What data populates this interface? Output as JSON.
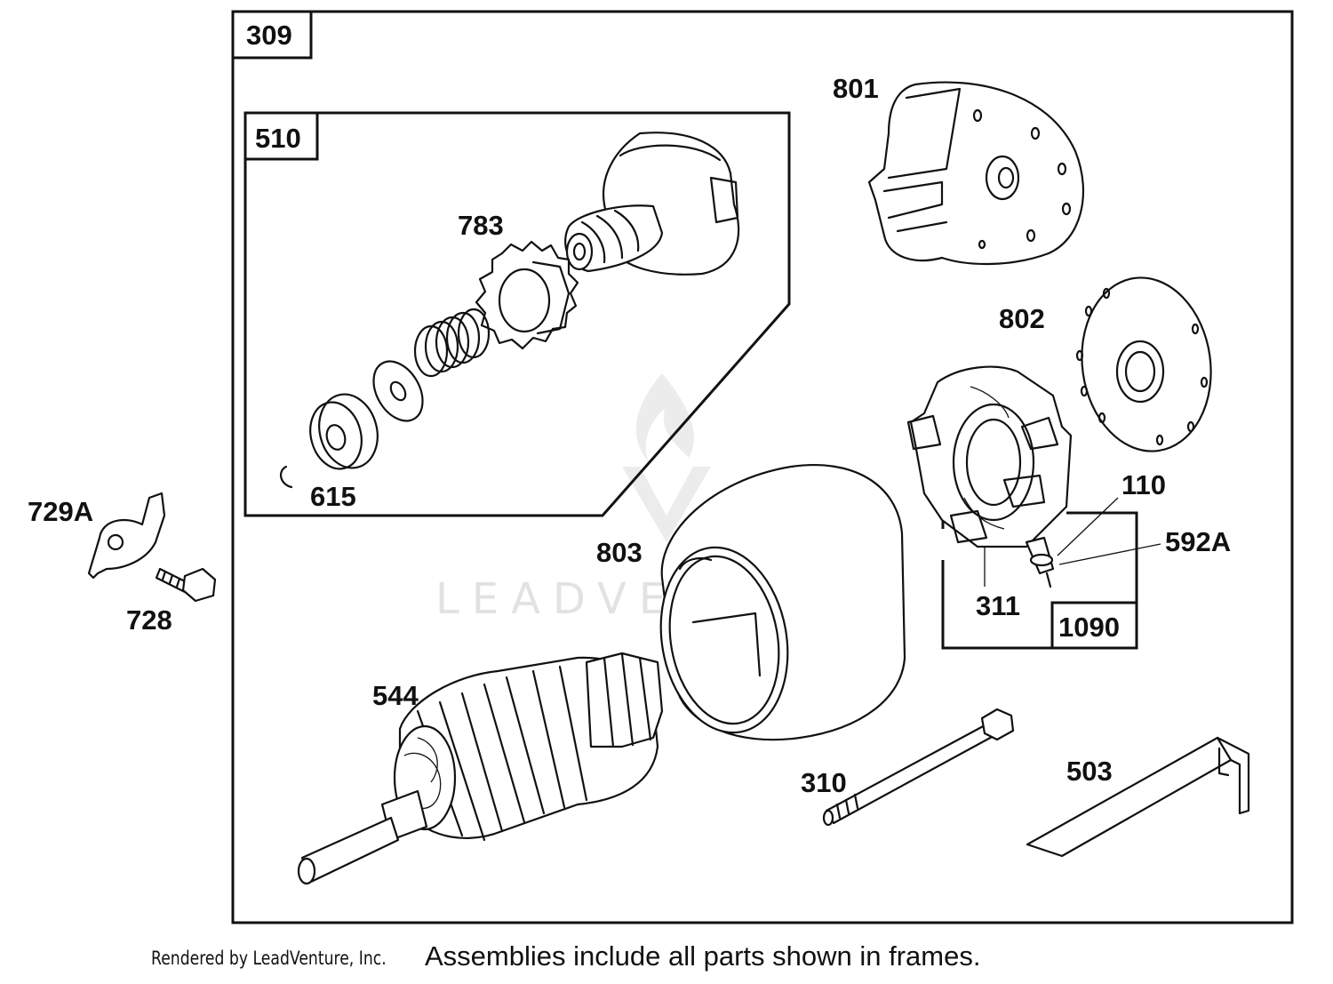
{
  "frames": {
    "outer": "309",
    "drive": "510",
    "brush": "1090"
  },
  "parts": {
    "p783": "783",
    "p615": "615",
    "p801": "801",
    "p802": "802",
    "p110": "110",
    "p592a": "592A",
    "p311": "311",
    "p803": "803",
    "p544": "544",
    "p310": "310",
    "p503": "503",
    "p729a": "729A",
    "p728": "728"
  },
  "watermark": "LEADVENTURE",
  "footer": {
    "credit": "Rendered by LeadVenture, Inc.",
    "note": "Assemblies include all parts shown in frames."
  },
  "colors": {
    "line": "#111111",
    "watermark": "#e2e2e2",
    "background": "#ffffff"
  }
}
